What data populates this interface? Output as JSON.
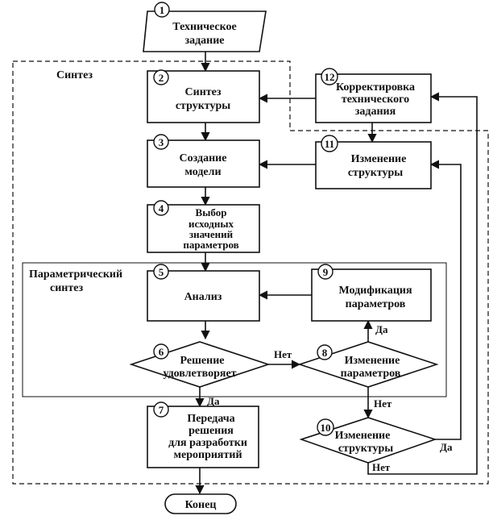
{
  "regions": {
    "synthesis": "Синтез",
    "parametric": [
      "Параметрический",
      "синтез"
    ]
  },
  "blocks": {
    "b1": {
      "num": "1",
      "lines": [
        "Техническое",
        "задание"
      ]
    },
    "b2": {
      "num": "2",
      "lines": [
        "Синтез",
        "структуры"
      ]
    },
    "b3": {
      "num": "3",
      "lines": [
        "Создание",
        "модели"
      ]
    },
    "b4": {
      "num": "4",
      "lines": [
        "Выбор",
        "исходных",
        "значений",
        "параметров"
      ]
    },
    "b5": {
      "num": "5",
      "lines": [
        "Анализ"
      ]
    },
    "b6": {
      "num": "6",
      "lines": [
        "Решение",
        "удовлетворяет"
      ]
    },
    "b7": {
      "num": "7",
      "lines": [
        "Передача",
        "решения",
        "для разработки",
        "мероприятий"
      ]
    },
    "b8": {
      "num": "8",
      "lines": [
        "Изменение",
        "параметров"
      ]
    },
    "b9": {
      "num": "9",
      "lines": [
        "Модификация",
        "параметров"
      ]
    },
    "b10": {
      "num": "10",
      "lines": [
        "Изменение",
        "структуры"
      ]
    },
    "b11": {
      "num": "11",
      "lines": [
        "Изменение",
        "структуры"
      ]
    },
    "b12": {
      "num": "12",
      "lines": [
        "Корректировка",
        "технического",
        "задания"
      ]
    },
    "end": {
      "lines": [
        "Конец"
      ]
    }
  },
  "edge_labels": {
    "no": "Нет",
    "yes": "Да"
  }
}
